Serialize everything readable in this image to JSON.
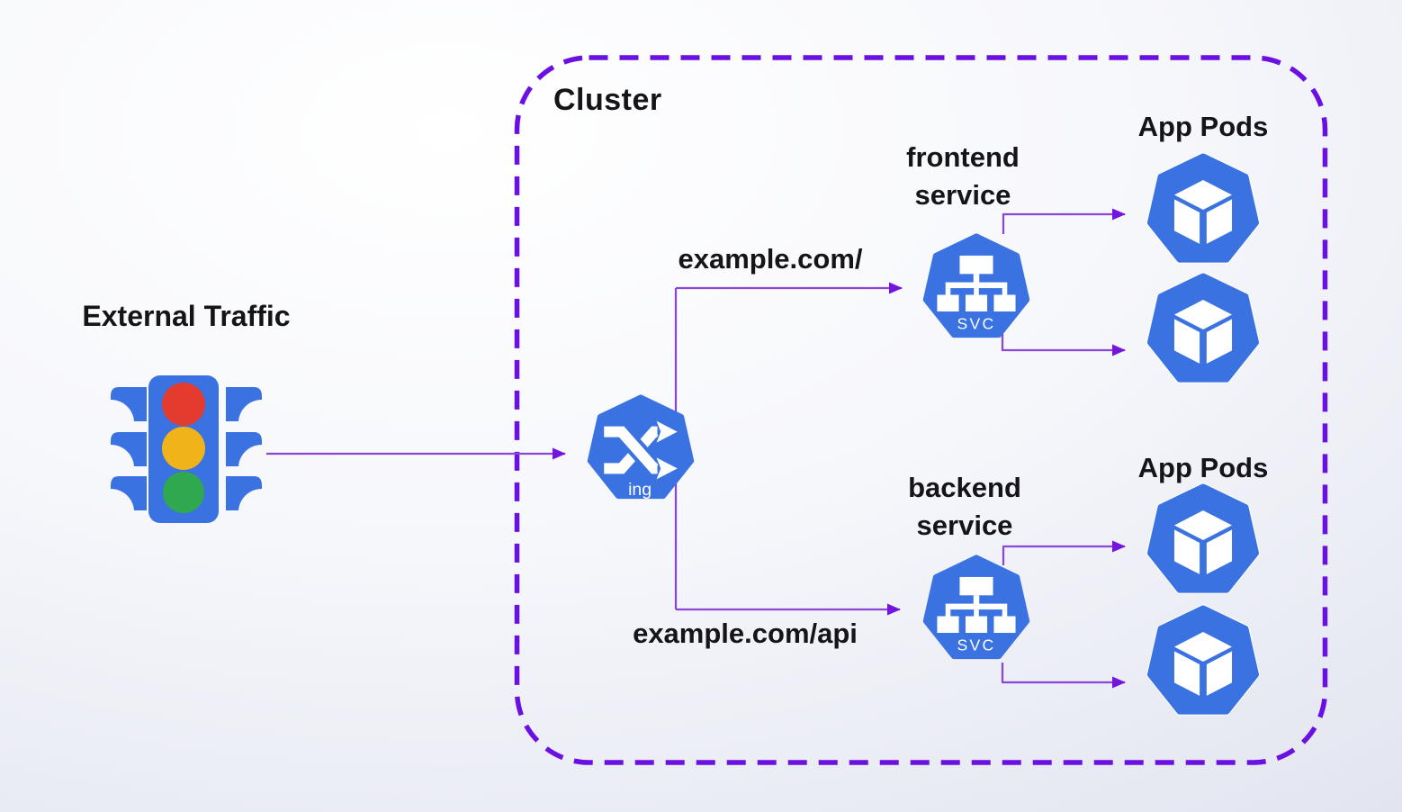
{
  "cluster": {
    "label": "Cluster"
  },
  "external_traffic": {
    "label": "External Traffic"
  },
  "ingress": {
    "badge": "ing"
  },
  "routes": {
    "frontend_path": "example.com/",
    "backend_path": "example.com/api"
  },
  "services": {
    "frontend": {
      "title": "frontend service",
      "badge": "SVC"
    },
    "backend": {
      "title": "backend service",
      "badge": "SVC"
    }
  },
  "pod_groups": {
    "frontend_label": "App Pods",
    "backend_label": "App Pods"
  },
  "colors": {
    "icon_blue": "#3b72e2",
    "arrow_line": "#8a46d6",
    "arrow_head": "#7415dd",
    "cluster_border": "#6b10e2",
    "light_red": "#e33b2e",
    "light_yellow": "#f0b31a",
    "light_green": "#2fa84f",
    "text_ink": "#141419"
  }
}
